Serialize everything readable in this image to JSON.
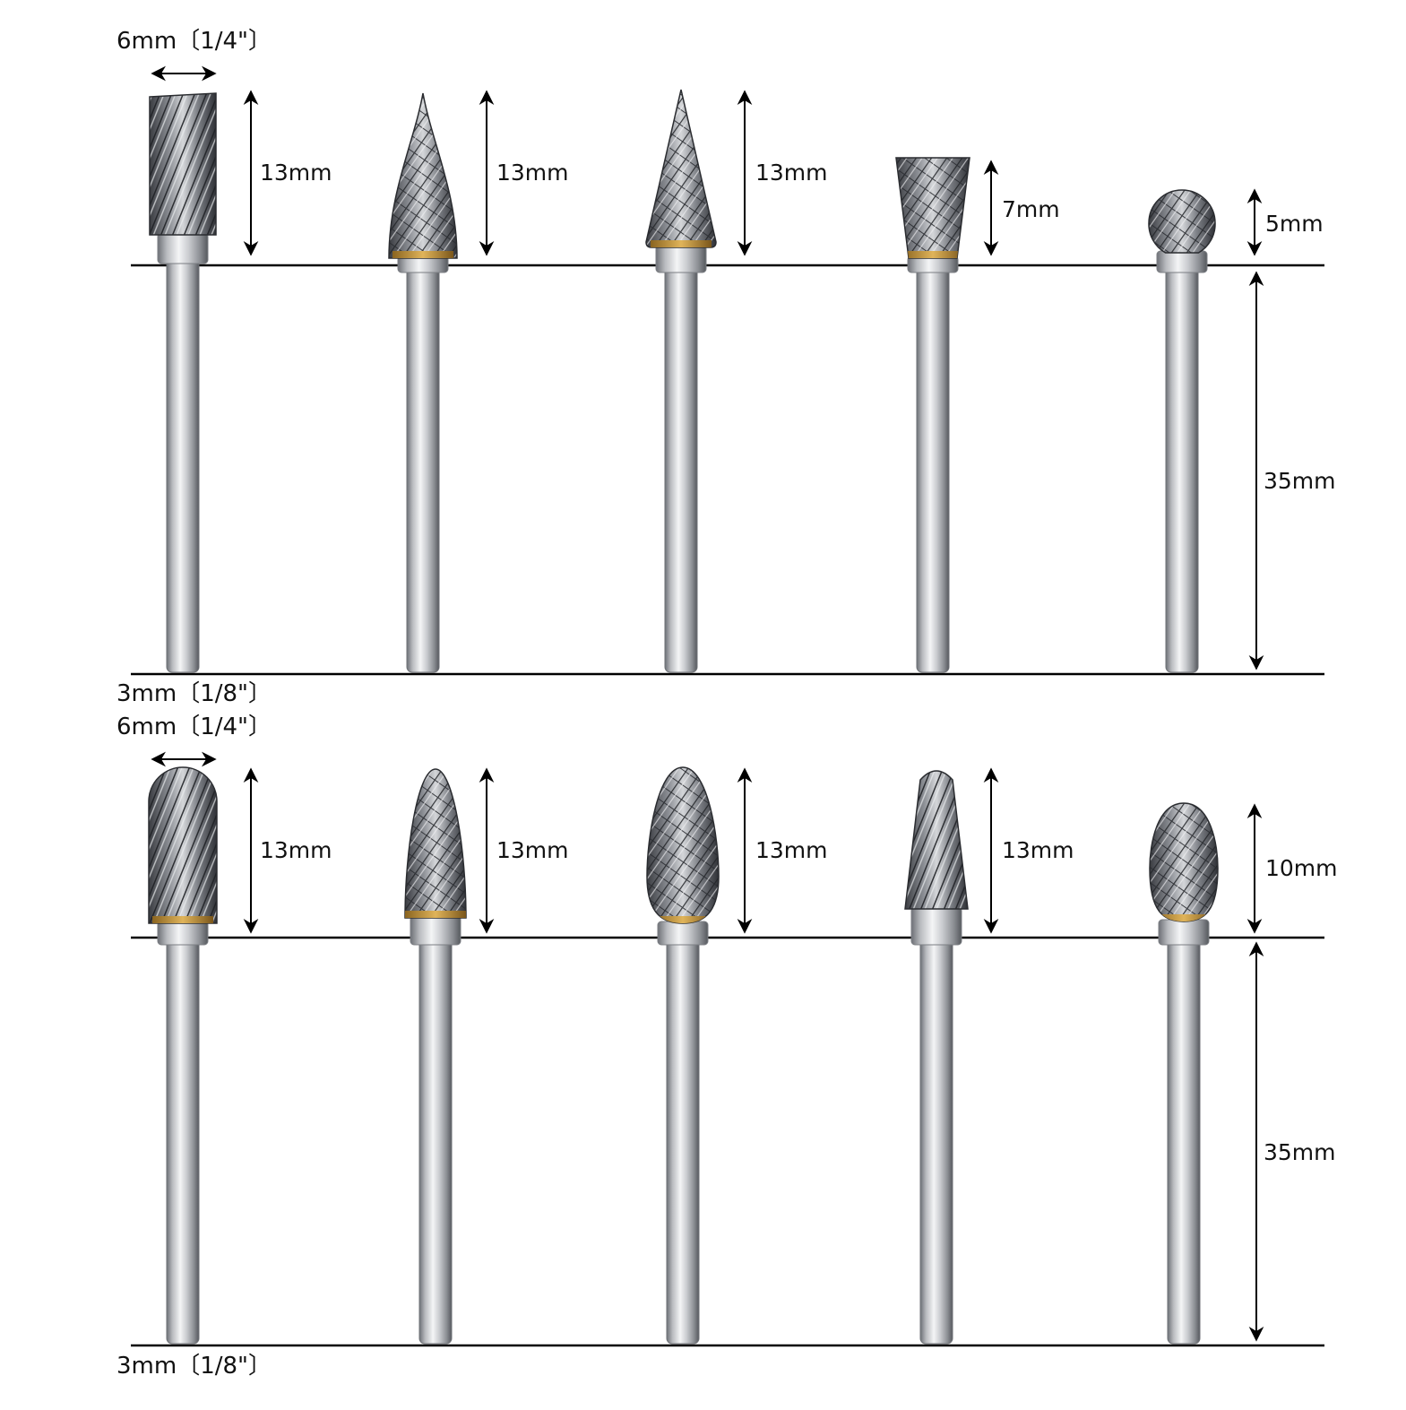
{
  "colors": {
    "background": "#ffffff",
    "line": "#000000",
    "steel_light": "#e8e9eb",
    "steel_mid": "#a9abb0",
    "steel_dark": "#4f5258",
    "carbide_dark": "#2c2e33",
    "brass": "#c9993a"
  },
  "top_row": {
    "head_diameter_label": "6mm〔1/4\"〕",
    "shank_diameter_label": "3mm〔1/8\"〕",
    "shank_length_label": "35mm",
    "bits": [
      {
        "name": "cylinder",
        "head_length_label": "13mm"
      },
      {
        "name": "flame",
        "head_length_label": "13mm"
      },
      {
        "name": "cone",
        "head_length_label": "13mm"
      },
      {
        "name": "inverted-cone",
        "head_length_label": "7mm"
      },
      {
        "name": "ball",
        "head_length_label": "5mm"
      }
    ]
  },
  "bottom_row": {
    "head_diameter_label": "6mm〔1/4\"〕",
    "shank_diameter_label": "3mm〔1/8\"〕",
    "shank_length_label": "35mm",
    "bits": [
      {
        "name": "ball-nose-cylinder",
        "head_length_label": "13mm"
      },
      {
        "name": "tree",
        "head_length_label": "13mm"
      },
      {
        "name": "flame-oval",
        "head_length_label": "13mm"
      },
      {
        "name": "taper",
        "head_length_label": "13mm"
      },
      {
        "name": "oval",
        "head_length_label": "10mm"
      }
    ]
  }
}
